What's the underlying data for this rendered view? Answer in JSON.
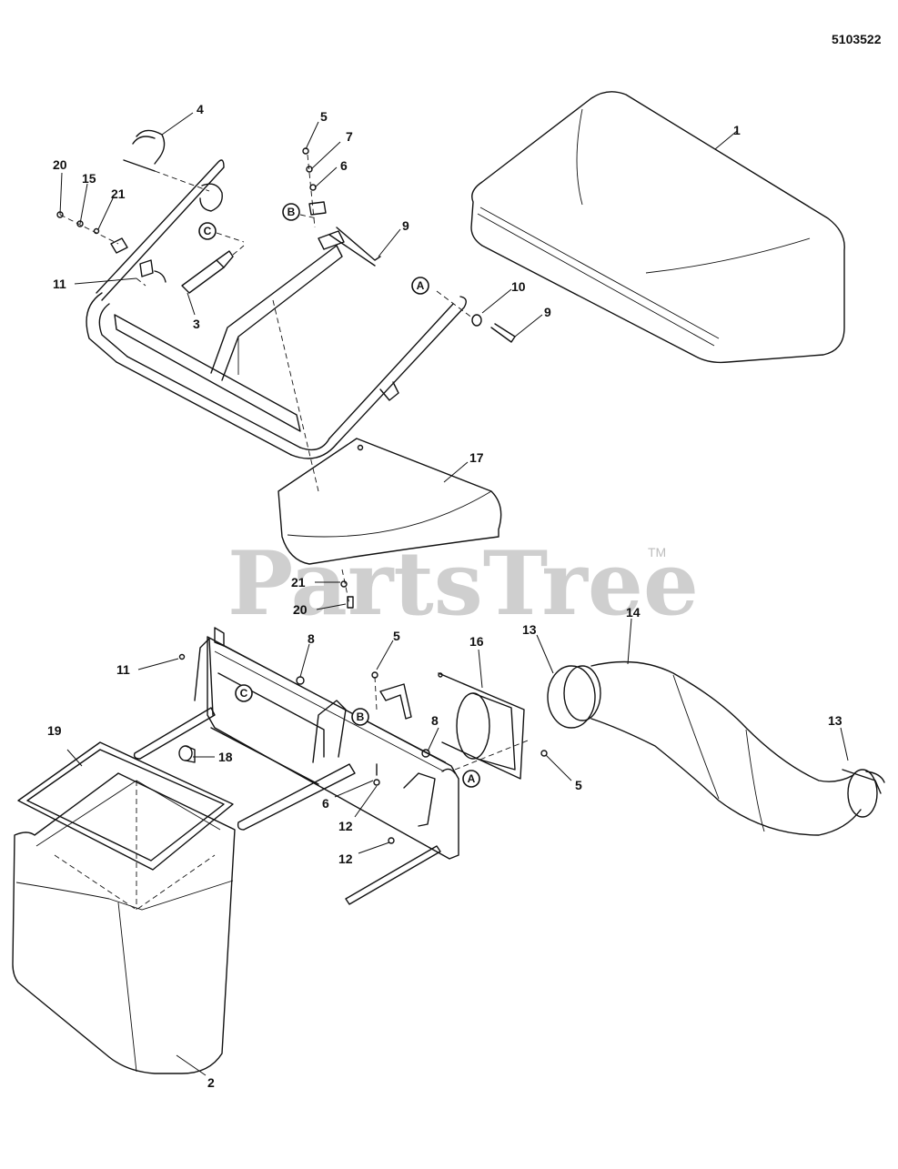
{
  "document": {
    "number": "5103522"
  },
  "watermark": {
    "text": "PartsTree",
    "trademark": "TM"
  },
  "callouts": [
    {
      "id": "c1",
      "label": "1"
    },
    {
      "id": "c4",
      "label": "4"
    },
    {
      "id": "c5a",
      "label": "5"
    },
    {
      "id": "c7",
      "label": "7"
    },
    {
      "id": "c6a",
      "label": "6"
    },
    {
      "id": "c20a",
      "label": "20"
    },
    {
      "id": "c15",
      "label": "15"
    },
    {
      "id": "c21a",
      "label": "21"
    },
    {
      "id": "c9a",
      "label": "9"
    },
    {
      "id": "c11a",
      "label": "11"
    },
    {
      "id": "c3",
      "label": "3"
    },
    {
      "id": "c10",
      "label": "10"
    },
    {
      "id": "c9b",
      "label": "9"
    },
    {
      "id": "c17",
      "label": "17"
    },
    {
      "id": "c21b",
      "label": "21"
    },
    {
      "id": "c20b",
      "label": "20"
    },
    {
      "id": "c13a",
      "label": "13"
    },
    {
      "id": "c14",
      "label": "14"
    },
    {
      "id": "c8a",
      "label": "8"
    },
    {
      "id": "c5b",
      "label": "5"
    },
    {
      "id": "c16",
      "label": "16"
    },
    {
      "id": "c11b",
      "label": "11"
    },
    {
      "id": "c19",
      "label": "19"
    },
    {
      "id": "c18",
      "label": "18"
    },
    {
      "id": "c8b",
      "label": "8"
    },
    {
      "id": "c5c",
      "label": "5"
    },
    {
      "id": "c13b",
      "label": "13"
    },
    {
      "id": "c6b",
      "label": "6"
    },
    {
      "id": "c12a",
      "label": "12"
    },
    {
      "id": "c12b",
      "label": "12"
    },
    {
      "id": "c2",
      "label": "2"
    }
  ],
  "reference_markers": [
    {
      "id": "refC1",
      "letter": "C"
    },
    {
      "id": "refB1",
      "letter": "B"
    },
    {
      "id": "refA1",
      "letter": "A"
    },
    {
      "id": "refC2",
      "letter": "C"
    },
    {
      "id": "refB2",
      "letter": "B"
    },
    {
      "id": "refA2",
      "letter": "A"
    }
  ]
}
